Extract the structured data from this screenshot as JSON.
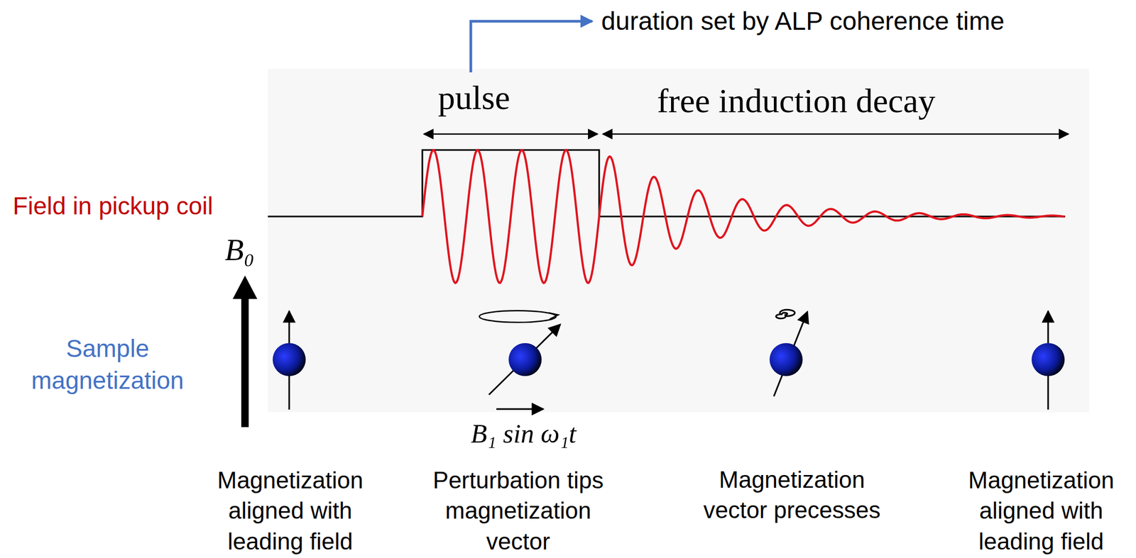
{
  "diagram": {
    "labels": [
      "duration set by ALP coherence time",
      "pulse",
      "free induction decay",
      "Field in pickup coil",
      "B₀",
      "Sample magnetization",
      "B₁ sin ω₁t",
      "Magnetization aligned with leading field",
      "Perturbation tips magnetization vector",
      "Magnetization vector precesses",
      "Magnetization aligned with leading field"
    ]
  }
}
